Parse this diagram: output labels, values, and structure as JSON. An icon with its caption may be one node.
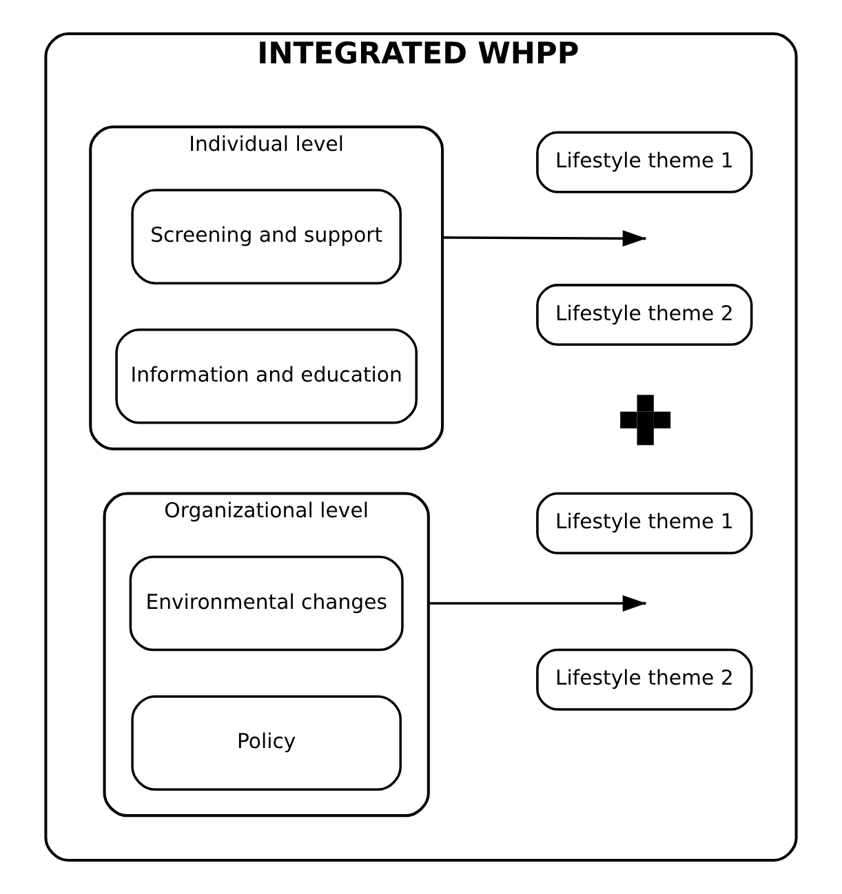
{
  "diagram": {
    "nodes": [
      {
        "text": [
          "INTEGRATED WHPP"
        ]
      },
      {
        "text": [
          "Individual level"
        ],
        "in": 0
      },
      {
        "text": [
          "Screening and support"
        ],
        "in": 1
      },
      {
        "text": [
          "Information and education"
        ],
        "in": 1
      },
      {
        "text": [
          "Lifestyle theme 1"
        ],
        "in": 0
      },
      {
        "text": [
          "Lifestyle theme 2"
        ],
        "in": 0
      },
      {
        "text": [],
        "shape": "plus",
        "in": 0
      },
      {
        "text": [
          "Organizational level"
        ],
        "in": 0
      },
      {
        "text": [
          "Environmental changes"
        ],
        "in": 7
      },
      {
        "text": [
          "Policy"
        ],
        "in": 7
      },
      {
        "text": [
          "Lifestyle theme 1"
        ],
        "in": 0
      },
      {
        "text": [
          "Lifestyle theme 2"
        ],
        "in": 0
      }
    ],
    "edges": [
      {
        "from": 1,
        "to": null,
        "arrow": "to"
      },
      {
        "from": 7,
        "to": null,
        "arrow": "to"
      }
    ]
  }
}
